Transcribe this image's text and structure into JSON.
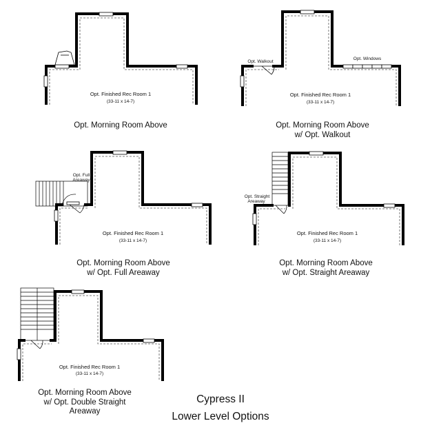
{
  "plans": [
    {
      "room_name": "Opt. Finished Rec Room 1",
      "room_size": "(33-11 x 14-7)",
      "caption": [
        "Opt. Morning Room Above"
      ],
      "notes": []
    },
    {
      "room_name": "Opt. Finished Rec Room 1",
      "room_size": "(33-11 x 14-7)",
      "caption": [
        "Opt. Morning Room Above",
        "w/ Opt. Walkout"
      ],
      "notes": [
        "Opt. Walkout",
        "Opt. Windows"
      ]
    },
    {
      "room_name": "Opt. Finished Rec Room 1",
      "room_size": "(33-11 x 14-7)",
      "caption": [
        "Opt. Morning Room Above",
        "w/ Opt. Full Areaway"
      ],
      "notes": [
        "Opt. Full",
        "Areaway"
      ]
    },
    {
      "room_name": "Opt. Finished Rec Room 1",
      "room_size": "(33-11 x 14-7)",
      "caption": [
        "Opt. Morning Room Above",
        "w/ Opt. Straight Areaway"
      ],
      "notes": [
        "Opt. Straight",
        "Areaway"
      ]
    },
    {
      "room_name": "Opt. Finished Rec Room 1",
      "room_size": "(33-11 x 14-7)",
      "caption": [
        "Opt. Morning Room Above",
        "w/ Opt. Double Straight",
        "Areaway"
      ],
      "notes": []
    }
  ],
  "title": {
    "line1": "Cypress II",
    "line2": "Lower Level Options"
  }
}
